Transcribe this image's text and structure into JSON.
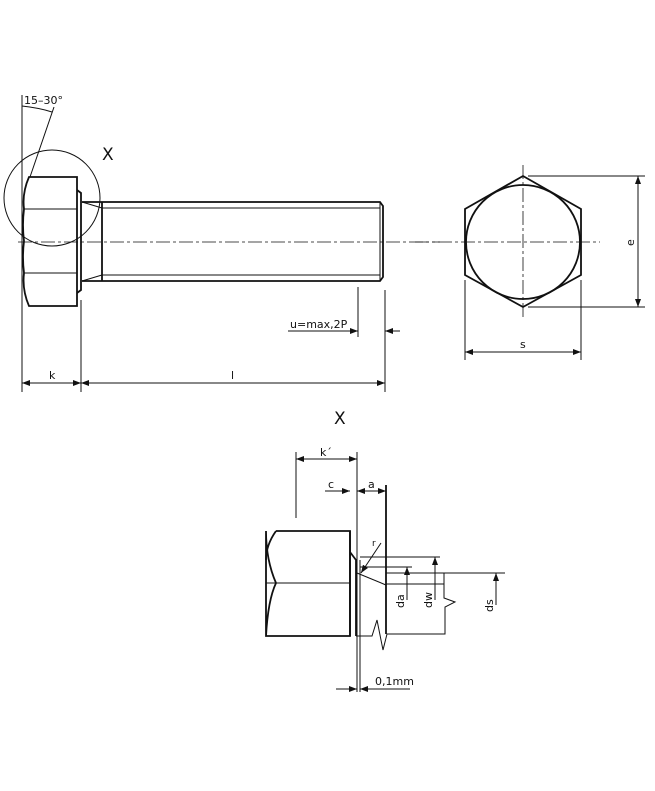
{
  "main_view": {
    "angle_label": "15–30°",
    "detail_marker": "X",
    "dim_k": "k",
    "dim_l": "l",
    "dim_u": "u=max,2P"
  },
  "end_view": {
    "dim_s": "s",
    "dim_e": "e"
  },
  "detail_view": {
    "title": "X",
    "dim_k_prime": "k´",
    "dim_c": "c",
    "dim_a": "a",
    "dim_r": "r",
    "dim_da": "da",
    "dim_dw": "dw",
    "dim_ds": "ds",
    "dim_gap": "0,1mm"
  }
}
